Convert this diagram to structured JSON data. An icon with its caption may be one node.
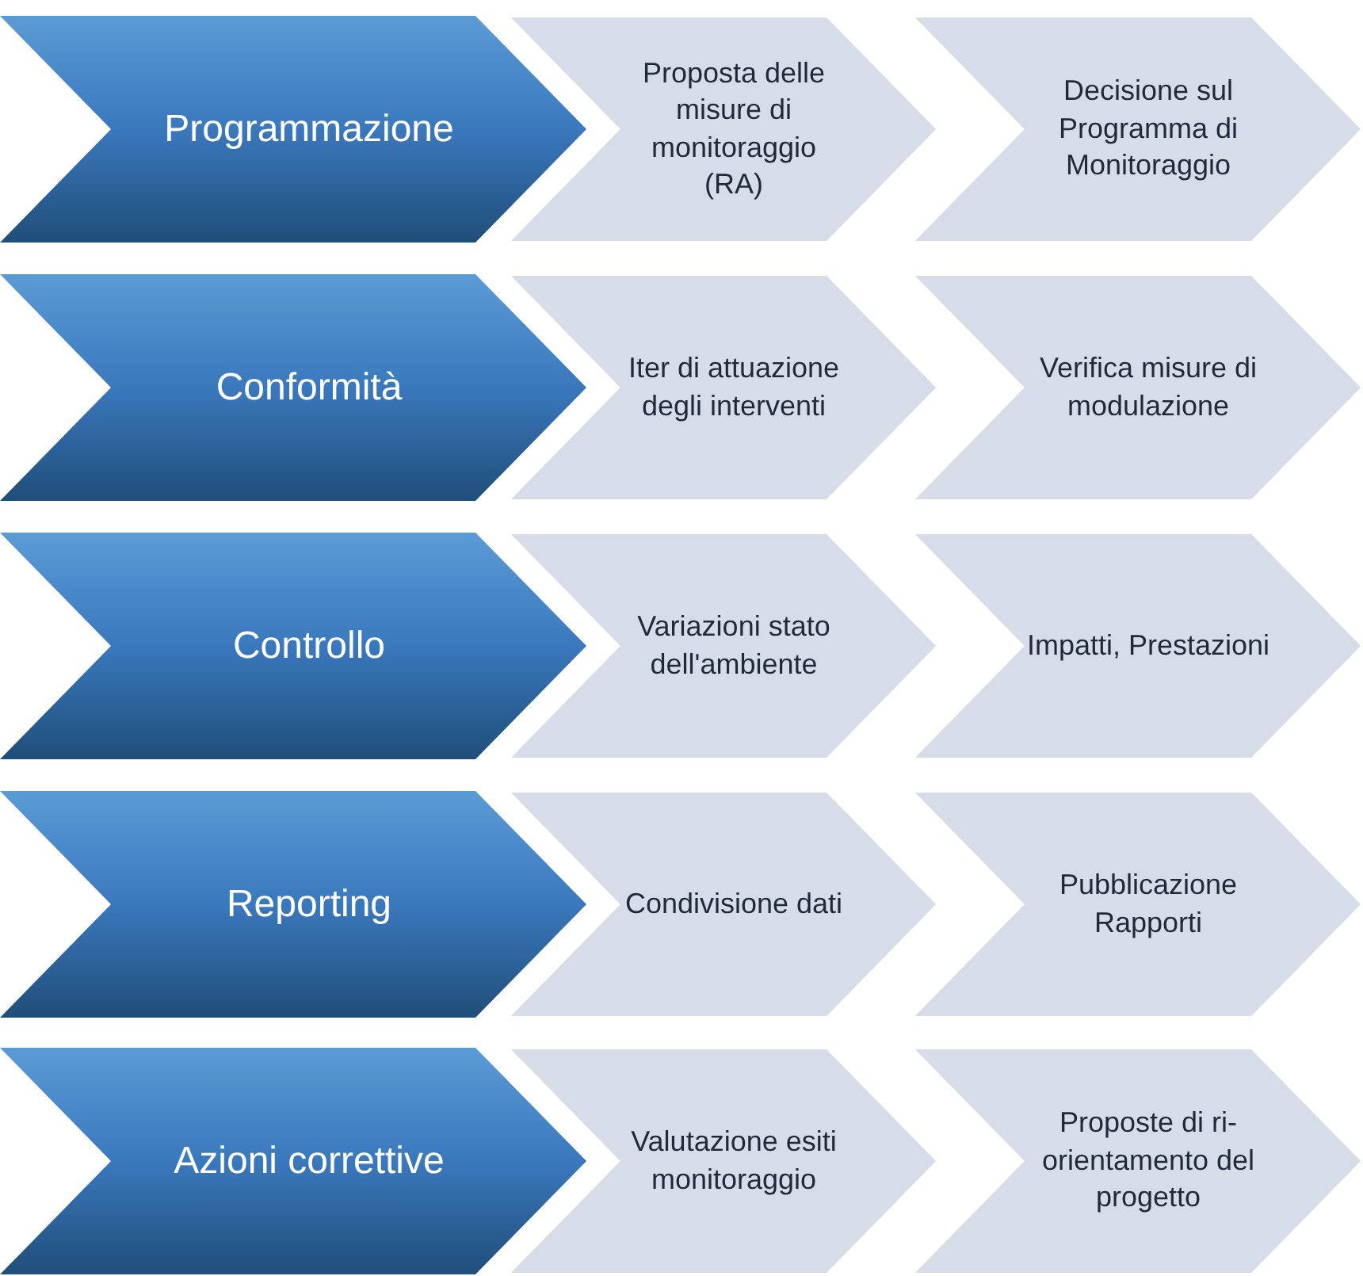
{
  "diagram": {
    "nodes": [
      {
        "text": [
          "Programmazione"
        ]
      },
      {
        "text": [
          "Proposta delle misure di monitoraggio (RA)"
        ]
      },
      {
        "text": [
          "Decisione sul Programma di Monitoraggio"
        ]
      },
      {
        "text": [
          "Conformità"
        ]
      },
      {
        "text": [
          "Iter di attuazione degli interventi"
        ]
      },
      {
        "text": [
          "Verifica misure di modulazione"
        ]
      },
      {
        "text": [
          "Controllo"
        ]
      },
      {
        "text": [
          "Variazioni stato dell'ambiente"
        ]
      },
      {
        "text": [
          "Impatti, Prestazioni"
        ]
      },
      {
        "text": [
          "Reporting"
        ]
      },
      {
        "text": [
          "Condivisione dati"
        ]
      },
      {
        "text": [
          "Pubblicazione Rapporti"
        ]
      },
      {
        "text": [
          "Azioni correttive"
        ]
      },
      {
        "text": [
          "Valutazione esiti monitoraggio"
        ]
      },
      {
        "text": [
          "Proposte di ri-orientamento del progetto"
        ]
      }
    ]
  }
}
